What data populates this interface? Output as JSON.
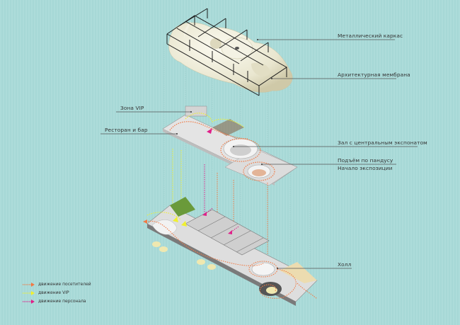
{
  "colors": {
    "background": "#a9dad8",
    "visitor_flow": "#f07a45",
    "vip_flow": "#f0f030",
    "staff_flow": "#e0208a",
    "membrane": "#efeedd",
    "frame": "#222222",
    "floor_light": "#e6e6e6",
    "floor_dark": "#9a9a9a",
    "green_roof": "#6a9a3a",
    "leader_line": "#555555"
  },
  "labels": {
    "metal_frame": "Металлический каркас",
    "membrane": "Архитектурная мембрана",
    "vip_zone": "Зона VIP",
    "restaurant": "Ресторан и бар",
    "central_hall": "Зал с центральным экспонатом",
    "ramp_up": "Подъём по пандусу",
    "exposition_start": "Начало экспозиции",
    "lobby": "Холл"
  },
  "legend": [
    {
      "icon": "orange-dotted-arrow-icon",
      "label": "движение посетителей",
      "color": "#f07a45"
    },
    {
      "icon": "yellow-dotted-arrow-icon",
      "label": "движение VIP",
      "color": "#f0f030"
    },
    {
      "icon": "magenta-dotted-arrow-icon",
      "label": "движение персонала",
      "color": "#e0208a"
    }
  ],
  "layers": [
    "roof-frame-and-membrane",
    "upper-floor",
    "ground-floor"
  ]
}
